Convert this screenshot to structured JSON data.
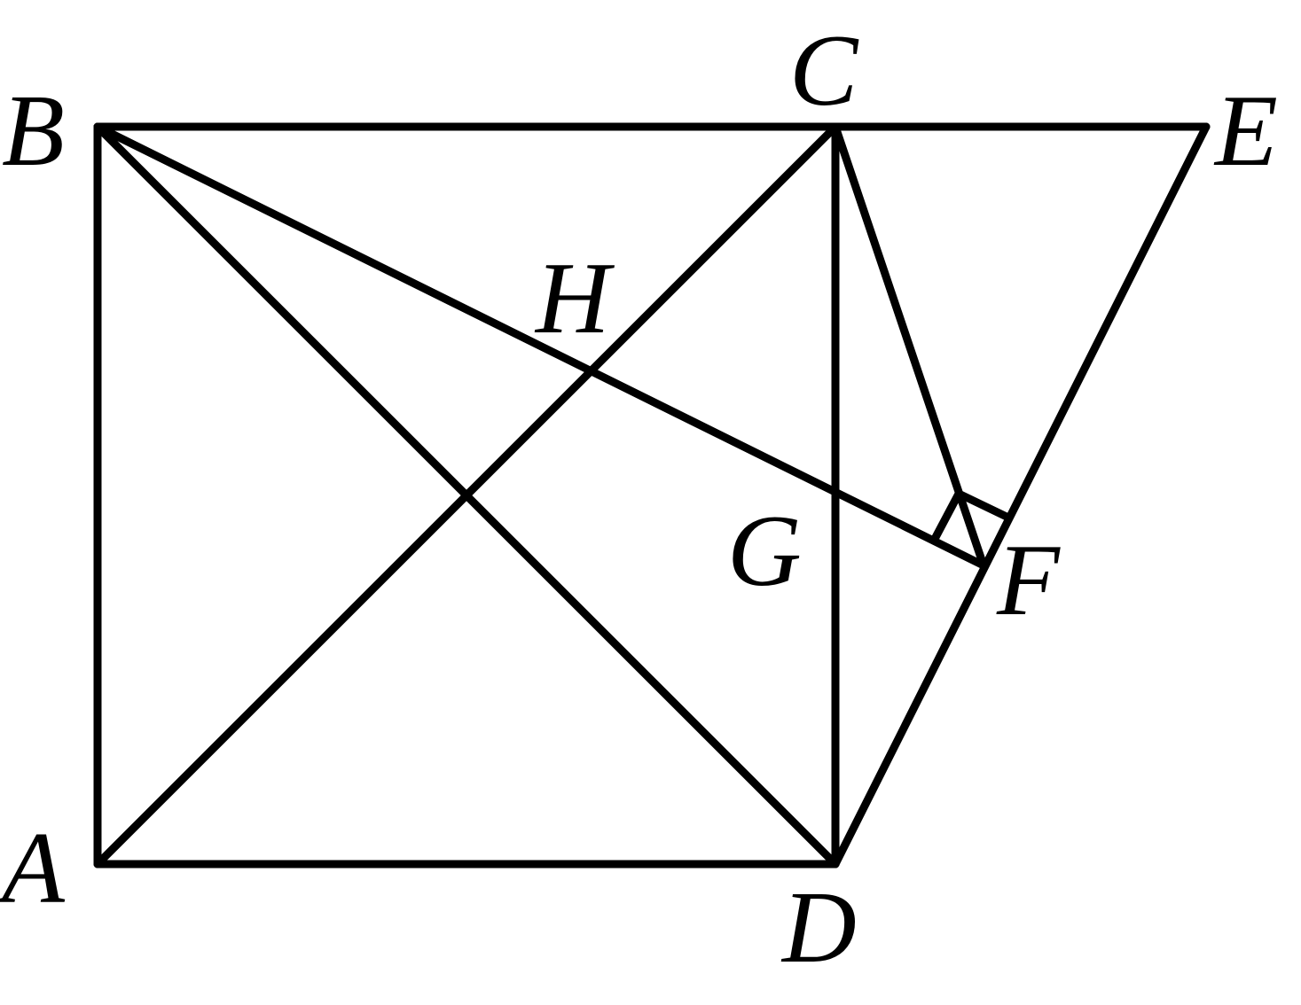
{
  "figure": {
    "labels": {
      "A": "A",
      "B": "B",
      "C": "C",
      "D": "D",
      "E": "E",
      "F": "F",
      "G": "G",
      "H": "H"
    },
    "segments": [
      "AB",
      "BC",
      "CE",
      "AD",
      "CD",
      "AC",
      "BD",
      "DE",
      "CF",
      "BF"
    ],
    "right_angle_at": "F",
    "line_color": "#000000"
  }
}
